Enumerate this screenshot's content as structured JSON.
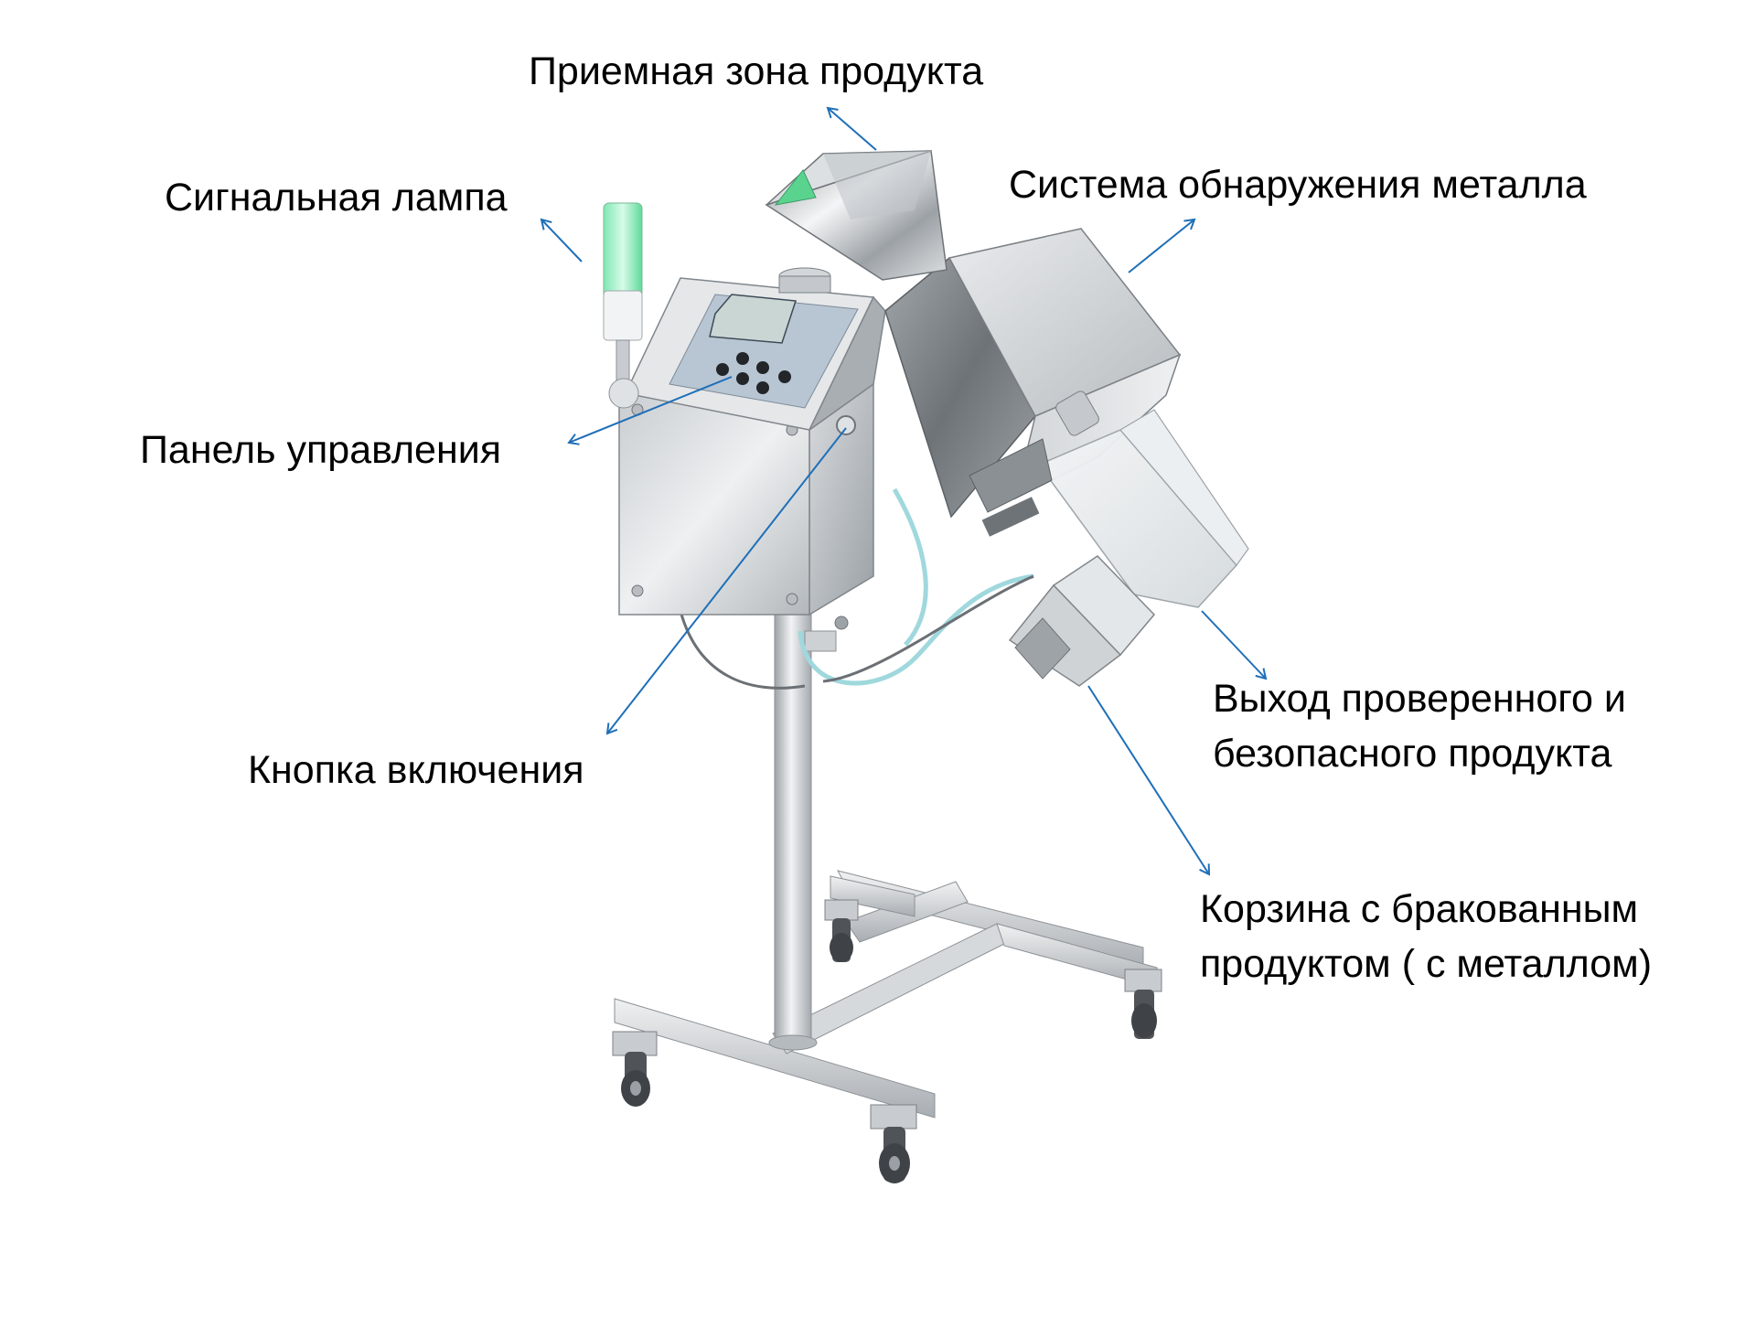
{
  "labels": {
    "intake": "Приемная зона продукта",
    "lamp": "Сигнальная лампа",
    "detection": "Система обнаружения металла",
    "panel": "Панель управления",
    "power": "Кнопка включения",
    "exit": [
      "Выход проверенного и",
      "безопасного продукта"
    ],
    "reject": [
      "Корзина с бракованным",
      "продуктом ( с металлом)"
    ]
  },
  "colors": {
    "arrow": "#1f6fb8",
    "label": "#000000",
    "background": "#ffffff",
    "steel_light": "#e6e8ea",
    "steel_mid": "#b9bdc1",
    "steel_dark": "#8b9095",
    "lamp_green": "#5ee5a0",
    "lcd": "#b9c9cc",
    "hose": "#9fd8dd"
  }
}
